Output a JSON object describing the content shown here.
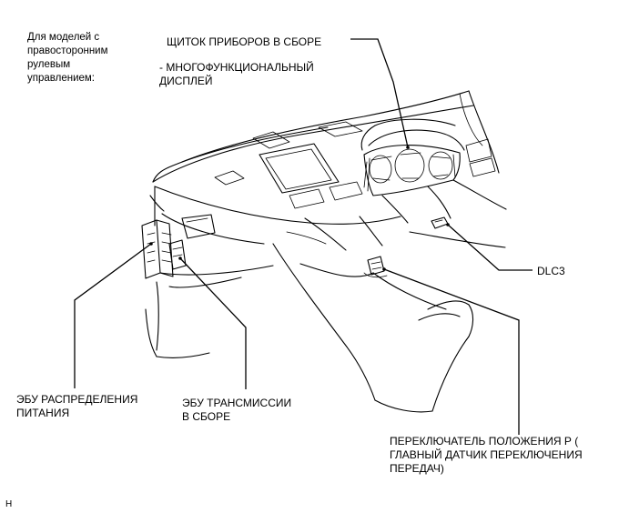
{
  "note": "Для моделей с\nправосторонним\nрулевым\nуправлением:",
  "labels": {
    "cluster": "ЩИТОК ПРИБОРОВ В СБОРЕ",
    "display": "- МНОГОФУНКЦИОНАЛЬНЫЙ\nДИСПЛЕЙ",
    "dlc3": "DLC3",
    "power_ecu": "ЭБУ РАСПРЕДЕЛЕНИЯ\nПИТАНИЯ",
    "trans_ecu": "ЭБУ ТРАНСМИССИИ\nВ СБОРЕ",
    "p_switch": "ПЕРЕКЛЮЧАТЕЛЬ ПОЛОЖЕНИЯ Р (\nГЛАВНЫЙ ДАТЧИК ПЕРЕКЛЮЧЕНИЯ\nПЕРЕДАЧ)"
  },
  "corner_code": "H"
}
